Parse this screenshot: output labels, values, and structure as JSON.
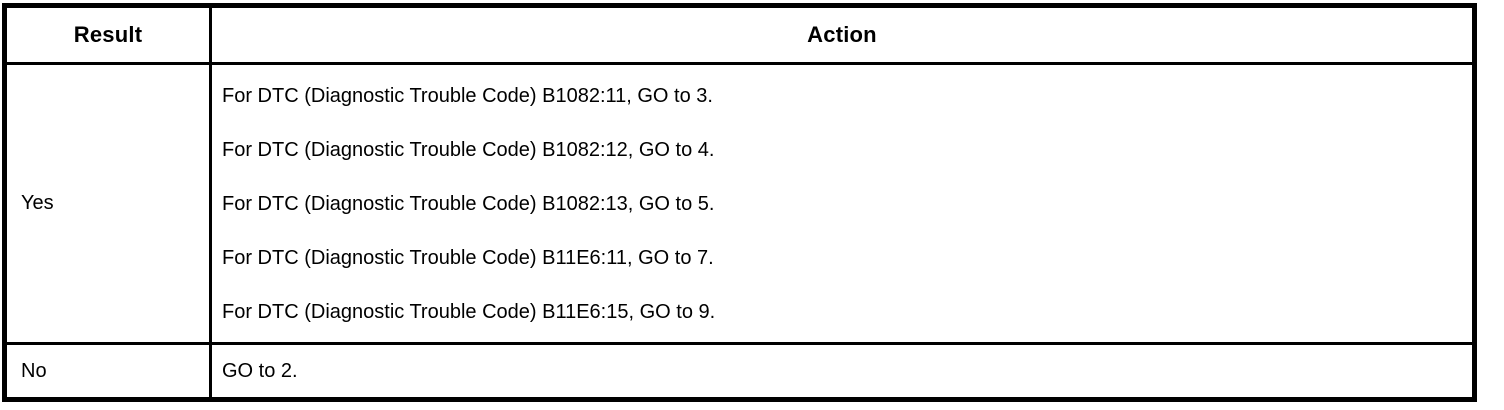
{
  "table": {
    "columns": [
      {
        "label": "Result"
      },
      {
        "label": "Action"
      }
    ],
    "rows": [
      {
        "result": "Yes",
        "actions": [
          "For DTC (Diagnostic Trouble Code) B1082:11, GO to 3.",
          "For DTC (Diagnostic Trouble Code) B1082:12, GO to 4.",
          "For DTC (Diagnostic Trouble Code) B1082:13, GO to 5.",
          "For DTC (Diagnostic Trouble Code) B11E6:11, GO to 7.",
          "For DTC (Diagnostic Trouble Code) B11E6:15, GO to 9."
        ]
      },
      {
        "result": "No",
        "actions": [
          "GO to 2."
        ]
      }
    ],
    "colors": {
      "border": "#000000",
      "text": "#000000",
      "background": "#ffffff"
    }
  }
}
